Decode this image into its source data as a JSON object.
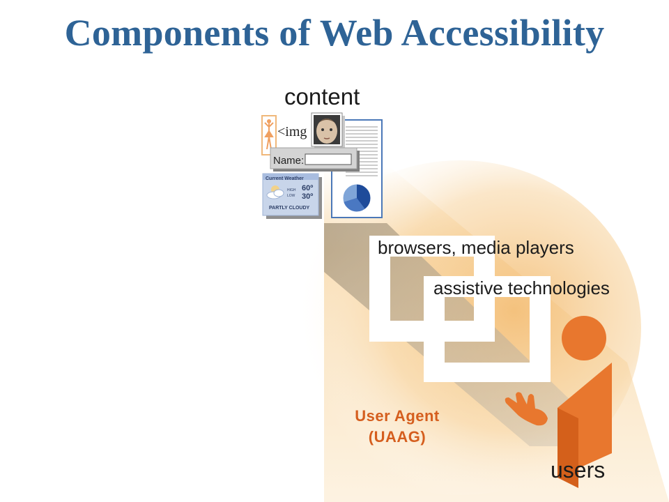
{
  "title": "Components of Web Accessibility",
  "labels": {
    "content": "content",
    "browsers": "browsers, media players",
    "assistive": "assistive technologies",
    "users": "users",
    "user_agent_line1": "User Agent",
    "user_agent_line2": "(UAAG)"
  },
  "content_panel": {
    "img_tag": "<img",
    "name_label": "Name:",
    "weather": {
      "title": "Current Weather",
      "high_label": "HIGH",
      "low_label": "LOW",
      "high_value": "60º",
      "low_value": "30º",
      "condition": "PARTLY CLOUDY"
    }
  },
  "colors": {
    "title": "#2e6396",
    "user_agent_text": "#d55e1e",
    "user_figure": "#e8772e",
    "user_figure_dark": "#d4601b",
    "beam": "#f5c98a",
    "frame_shadow": "#b9a68a"
  },
  "icons": [
    "ballerina-icon",
    "child-photo",
    "pie-chart-icon",
    "weather-cloud-icon",
    "user-figure-icon",
    "hand-icon"
  ]
}
